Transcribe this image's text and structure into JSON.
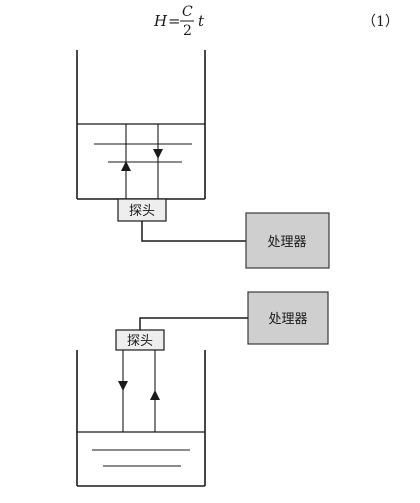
{
  "formula": {
    "lhs": "H",
    "equals": "=",
    "numerator": "C",
    "denominator": "2",
    "variable": "t",
    "number": "（1）"
  },
  "diagram_top": {
    "probe_label": "探头",
    "processor_label": "处理器"
  },
  "diagram_bottom": {
    "probe_label": "探头",
    "processor_label": "处理器"
  },
  "colors": {
    "line": "#1a1a1a",
    "probe_fill": "#eeeeee",
    "processor_fill": "#cfcfcf",
    "processor_stroke": "#3a3a3a"
  }
}
